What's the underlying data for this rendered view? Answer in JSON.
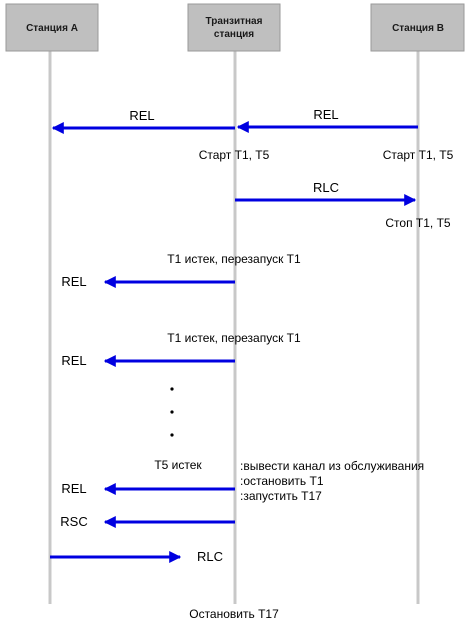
{
  "participants": {
    "a": "Станция А",
    "transit_line1": "Транзитная",
    "transit_line2": "станция",
    "b": "Станция В"
  },
  "messages": {
    "rel_1": "REL",
    "rel_2": "REL",
    "rlc_1": "RLC",
    "rel_3": "REL",
    "rel_4": "REL",
    "rel_5": "REL",
    "rsc": "RSC",
    "rlc_2": "RLC"
  },
  "annotations": {
    "start_transit": "Старт Т1, Т5",
    "start_b": "Старт Т1, Т5",
    "stop_b": "Стоп Т1, Т5",
    "restart_1": "Т1 истек, перезапуск Т1",
    "restart_2": "Т1 истек, перезапуск Т1",
    "t5_expired": "Т5 истек",
    "action_1": ":вывести канал из обслуживания",
    "action_2": ":остановить Т1",
    "action_3": ":запустить Т17",
    "stop_t17": "Остановить Т17"
  },
  "colors": {
    "arrow": "#0000e0",
    "box": "#bfbfbf",
    "lifeline": "#c8c8c8"
  }
}
